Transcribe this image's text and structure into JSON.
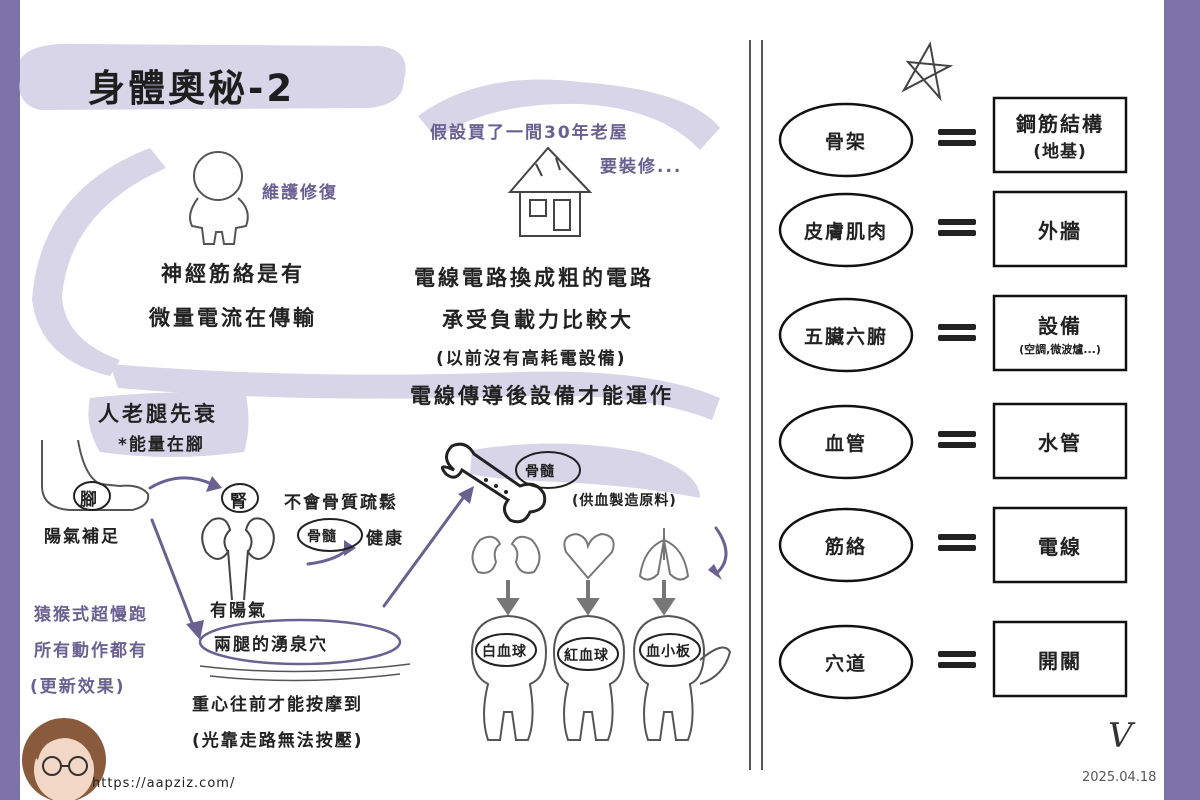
{
  "title": "身體奧秘-2",
  "left": {
    "maintain_label": "維護修復",
    "nerve_text": [
      "神經筋絡是有",
      "微量電流在傳輸"
    ],
    "house_caption": [
      "假設買了一間30年老屋",
      "要裝修..."
    ],
    "wiring_text": [
      "電線電路換成粗的電路",
      "承受負載力比較大",
      "(以前沒有高耗電設備)",
      "電線傳導後設備才能運作"
    ],
    "legs_title": [
      "人老腿先衰",
      "*能量在腳"
    ],
    "foot_label": "腳",
    "yang_supply": "陽氣補足",
    "kidney_label": "腎",
    "no_osteoporosis": "不會骨質疏鬆",
    "marrow_circle": "骨髓",
    "healthy": "健康",
    "has_yang": "有陽氣",
    "yongquan": "兩腿的湧泉穴",
    "slow_run": [
      "猿猴式超慢跑",
      "所有動作都有",
      "(更新效果)"
    ],
    "massage": [
      "重心往前才能按摩到",
      "(光靠走路無法按壓)"
    ],
    "marrow_label": "骨髓",
    "marrow_note": "(供血製造原料)",
    "cells": [
      "白血球",
      "紅血球",
      "血小板"
    ],
    "url": "https://aapziz.com/"
  },
  "right": {
    "rows": [
      {
        "left": "骨架",
        "right": [
          "鋼筋結構",
          "(地基)"
        ]
      },
      {
        "left": "皮膚肌肉",
        "right": [
          "外牆"
        ]
      },
      {
        "left": "五臟六腑",
        "right": [
          "設備",
          "(空調,微波爐...)"
        ]
      },
      {
        "left": "血管",
        "right": [
          "水管"
        ]
      },
      {
        "left": "筋絡",
        "right": [
          "電線"
        ]
      },
      {
        "left": "穴道",
        "right": [
          "開關"
        ]
      }
    ]
  },
  "signature": "V",
  "date": "2025.04.18",
  "colors": {
    "background": "#7e73a8",
    "paper": "#ffffff",
    "highlight": "#d9d5e9",
    "accent": "#6a6192",
    "ink": "#222222"
  }
}
